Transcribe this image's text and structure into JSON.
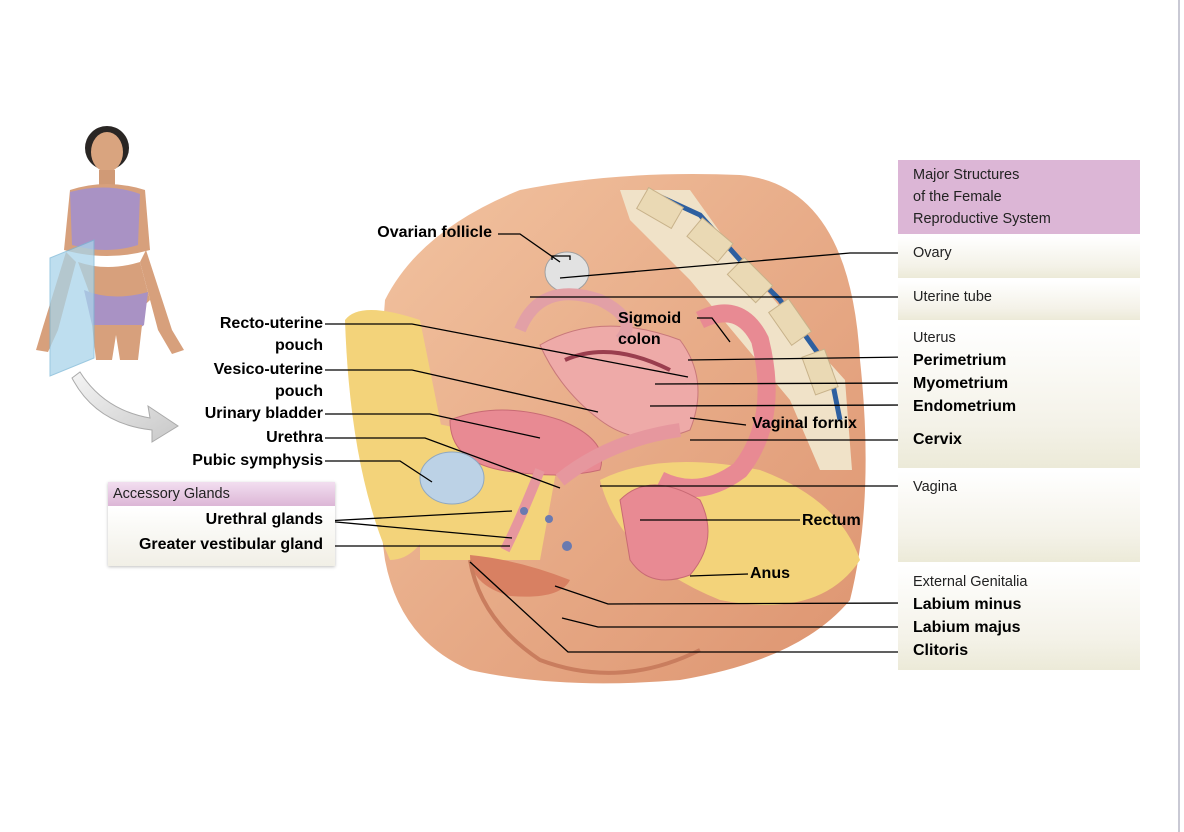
{
  "labels": {
    "ovarian_follicle": "Ovarian follicle",
    "recto_uterine_1": "Recto-uterine",
    "recto_uterine_2": "pouch",
    "vesico_uterine_1": "Vesico-uterine",
    "vesico_uterine_2": "pouch",
    "urinary_bladder": "Urinary bladder",
    "urethra": "Urethra",
    "pubic_symphysis": "Pubic symphysis",
    "urethral_glands": "Urethral glands",
    "greater_vestibular_gland": "Greater vestibular gland",
    "sigmoid_colon_1": "Sigmoid",
    "sigmoid_colon_2": "colon",
    "vaginal_fornix": "Vaginal fornix",
    "rectum": "Rectum",
    "anus": "Anus"
  },
  "accessory_panel": {
    "title": "Accessory Glands"
  },
  "structures_panel": {
    "title_1": "Major Structures",
    "title_2": "of the Female",
    "title_3": "Reproductive System",
    "ovary": "Ovary",
    "uterine_tube": "Uterine tube",
    "uterus": "Uterus",
    "perimetrium": "Perimetrium",
    "myometrium": "Myometrium",
    "endometrium": "Endometrium",
    "cervix": "Cervix",
    "vagina": "Vagina",
    "external_genitalia": "External Genitalia",
    "labium_minus": "Labium minus",
    "labium_majus": "Labium majus",
    "clitoris": "Clitoris"
  },
  "colors": {
    "panel_header": "#dcb6d6",
    "skin": "#e8a47e",
    "fat": "#f3d37a",
    "tissue_pink": "#e88a93",
    "leader_line": "#000000"
  }
}
